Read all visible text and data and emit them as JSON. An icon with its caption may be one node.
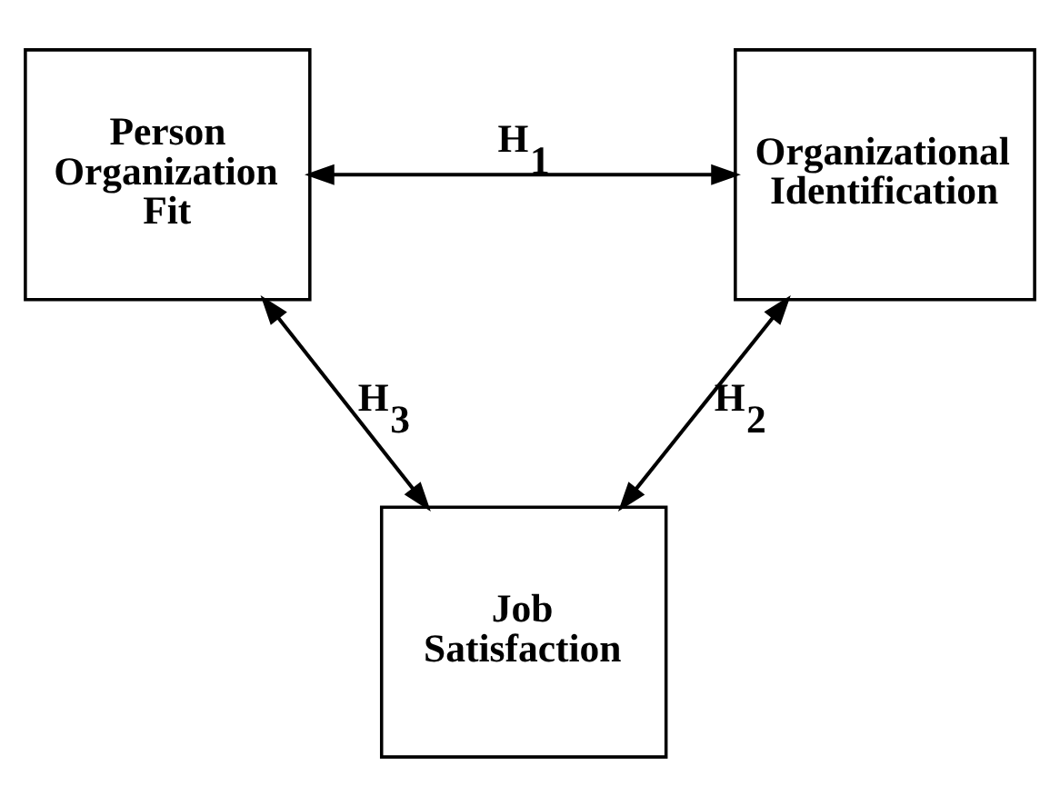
{
  "diagram": {
    "nodes": [
      {
        "text": [
          "Person Organization Fit"
        ]
      },
      {
        "text": [
          "Organizational Identification"
        ]
      },
      {
        "text": [
          "Job Satisfaction"
        ]
      }
    ],
    "edges": [
      {
        "from": 0,
        "to": 1,
        "arrow": "both",
        "label": "H$_{1}$"
      },
      {
        "from": 1,
        "to": 2,
        "arrow": "both",
        "label": "H$_{2}$"
      },
      {
        "from": 0,
        "to": 2,
        "arrow": "both",
        "label": "H$_{3}$"
      }
    ]
  }
}
